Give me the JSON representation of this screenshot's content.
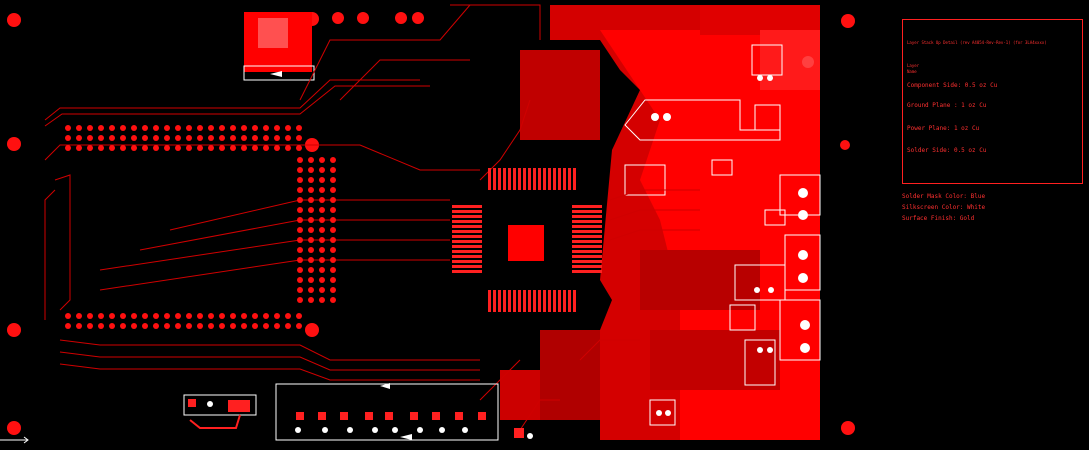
{
  "notes": {
    "header": "Layer Stack Up Detail (rev A4054-Rev-Rev-1) (for 3LA4xxxx)",
    "layer_label": "Layer",
    "name_label": "Name",
    "layers": [
      "Component Side: 0.5 oz Cu",
      "Ground Plane : 1 oz Cu",
      "Power Plane: 1 oz Cu",
      "Solder Side: 0.5 oz Cu"
    ],
    "finish": [
      "Solder Mask Color: Blue",
      "Silkscreen Color: White",
      "Surface Finish: Gold"
    ]
  },
  "colors": {
    "background": "#000000",
    "copper": "#ff0000",
    "copper_dark": "#b00000",
    "copper_mid": "#d40000",
    "silkscreen": "#ffffff"
  }
}
